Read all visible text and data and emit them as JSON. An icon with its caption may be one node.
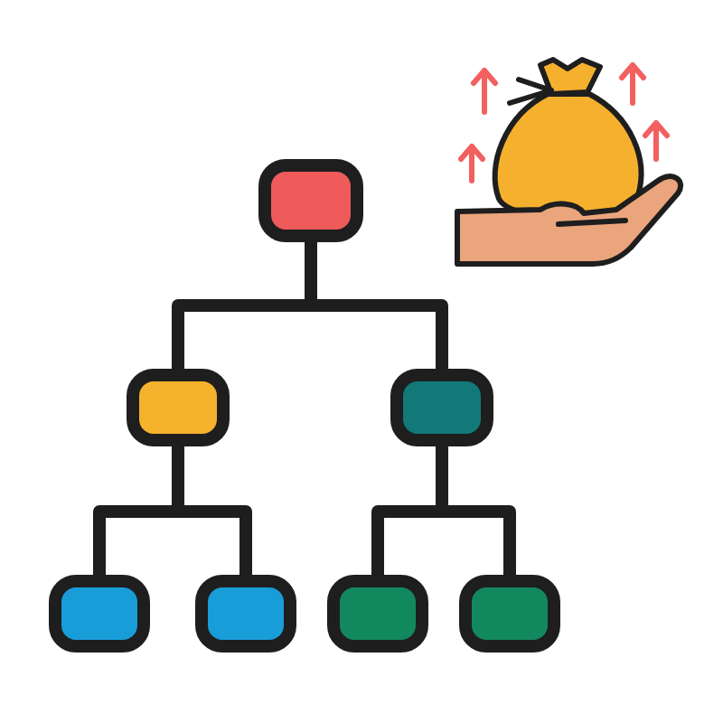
{
  "diagram": {
    "nodes": [
      {
        "text": [],
        "shape": "box"
      },
      {
        "text": [],
        "shape": "box"
      },
      {
        "text": [],
        "shape": "box"
      },
      {
        "text": [],
        "shape": "box"
      },
      {
        "text": [],
        "shape": "box"
      },
      {
        "text": [],
        "shape": "box"
      },
      {
        "text": [],
        "shape": "box"
      },
      {
        "text": [],
        "shape": "picture"
      }
    ],
    "edges": [
      {
        "from": 0,
        "to": 1,
        "arrow": "none"
      },
      {
        "from": 0,
        "to": 2,
        "arrow": "none"
      },
      {
        "from": 1,
        "to": 3,
        "arrow": "none"
      },
      {
        "from": 1,
        "to": 4,
        "arrow": "none"
      },
      {
        "from": 2,
        "to": 5,
        "arrow": "none"
      },
      {
        "from": 2,
        "to": 6,
        "arrow": "none"
      }
    ]
  }
}
